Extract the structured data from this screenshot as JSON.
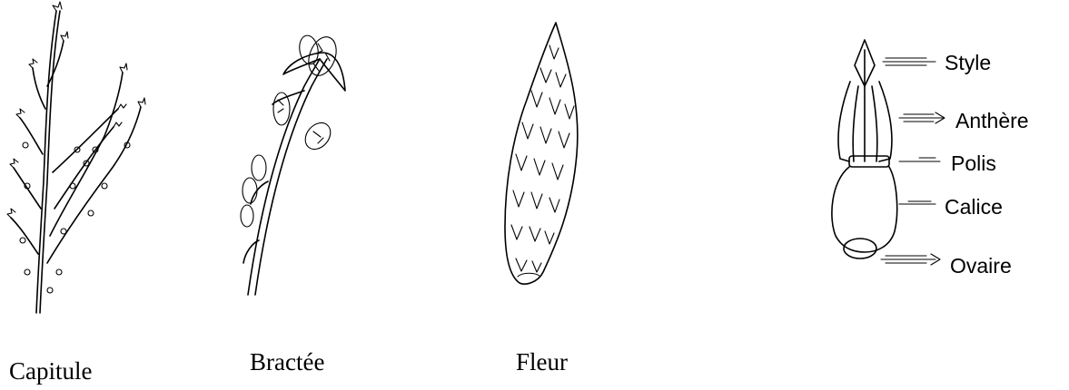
{
  "captions": {
    "capitule": "Capitule",
    "bractee": "Bractée",
    "fleur": "Fleur"
  },
  "flower_parts": {
    "style": "Style",
    "anthere": "Anthère",
    "polis": "Polis",
    "calice": "Calice",
    "ovaire": "Ovaire"
  }
}
